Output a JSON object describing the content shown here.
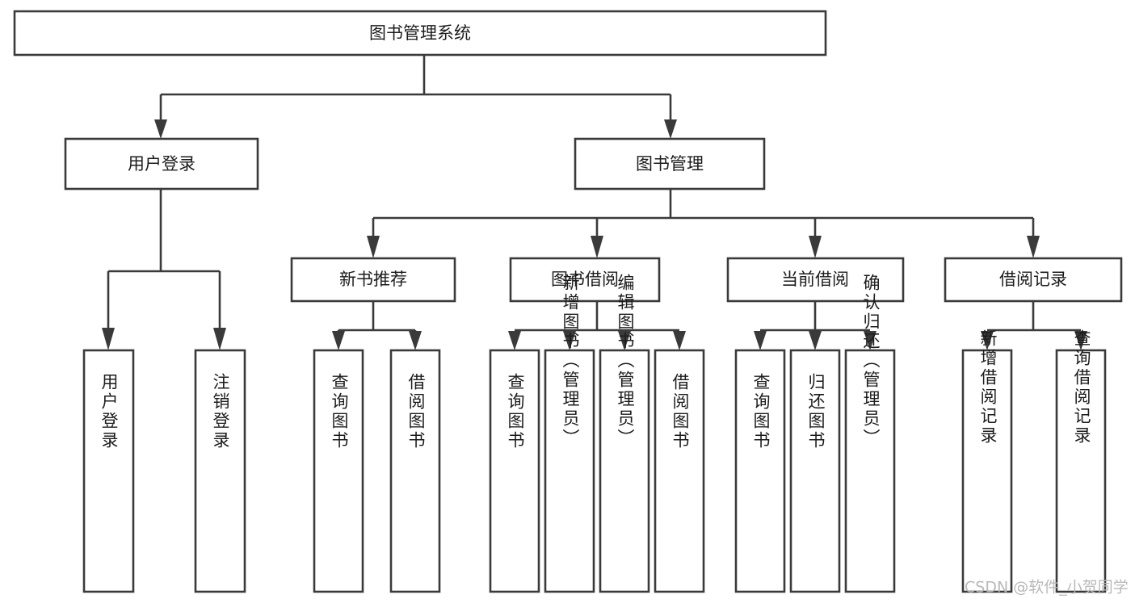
{
  "diagram": {
    "title": "图书管理系统",
    "type": "tree-hierarchy-diagram",
    "colors": {
      "box_stroke": "#3a3a3a",
      "box_fill": "#ffffff",
      "connector": "#3a3a3a",
      "text": "#1c1c1c",
      "watermark": "#b9b9b9",
      "background": "#ffffff"
    },
    "nodes": {
      "root": {
        "label": "图书管理系统"
      },
      "level1": [
        {
          "label": "用户登录"
        },
        {
          "label": "图书管理"
        }
      ],
      "level2": [
        {
          "label": "新书推荐"
        },
        {
          "label": "图书借阅"
        },
        {
          "label": "当前借阅"
        },
        {
          "label": "借阅记录"
        }
      ],
      "leaves": {
        "user_login": [
          {
            "label": "用户登录"
          },
          {
            "label": "注销登录"
          }
        ],
        "new_book_recommend": [
          {
            "label": "查询图书"
          },
          {
            "label": "借阅图书"
          }
        ],
        "book_borrow": [
          {
            "label": "查询图书"
          },
          {
            "label": "新增图书（管理员）"
          },
          {
            "label": "编辑图书（管理员）"
          },
          {
            "label": "借阅图书"
          }
        ],
        "current_borrow": [
          {
            "label": "查询图书"
          },
          {
            "label": "归还图书"
          },
          {
            "label": "确认归还（管理员）"
          }
        ],
        "borrow_record": [
          {
            "label": "新增借阅记录"
          },
          {
            "label": "查询借阅记录"
          }
        ]
      }
    },
    "watermark": "CSDN @软件_小贺同学"
  }
}
